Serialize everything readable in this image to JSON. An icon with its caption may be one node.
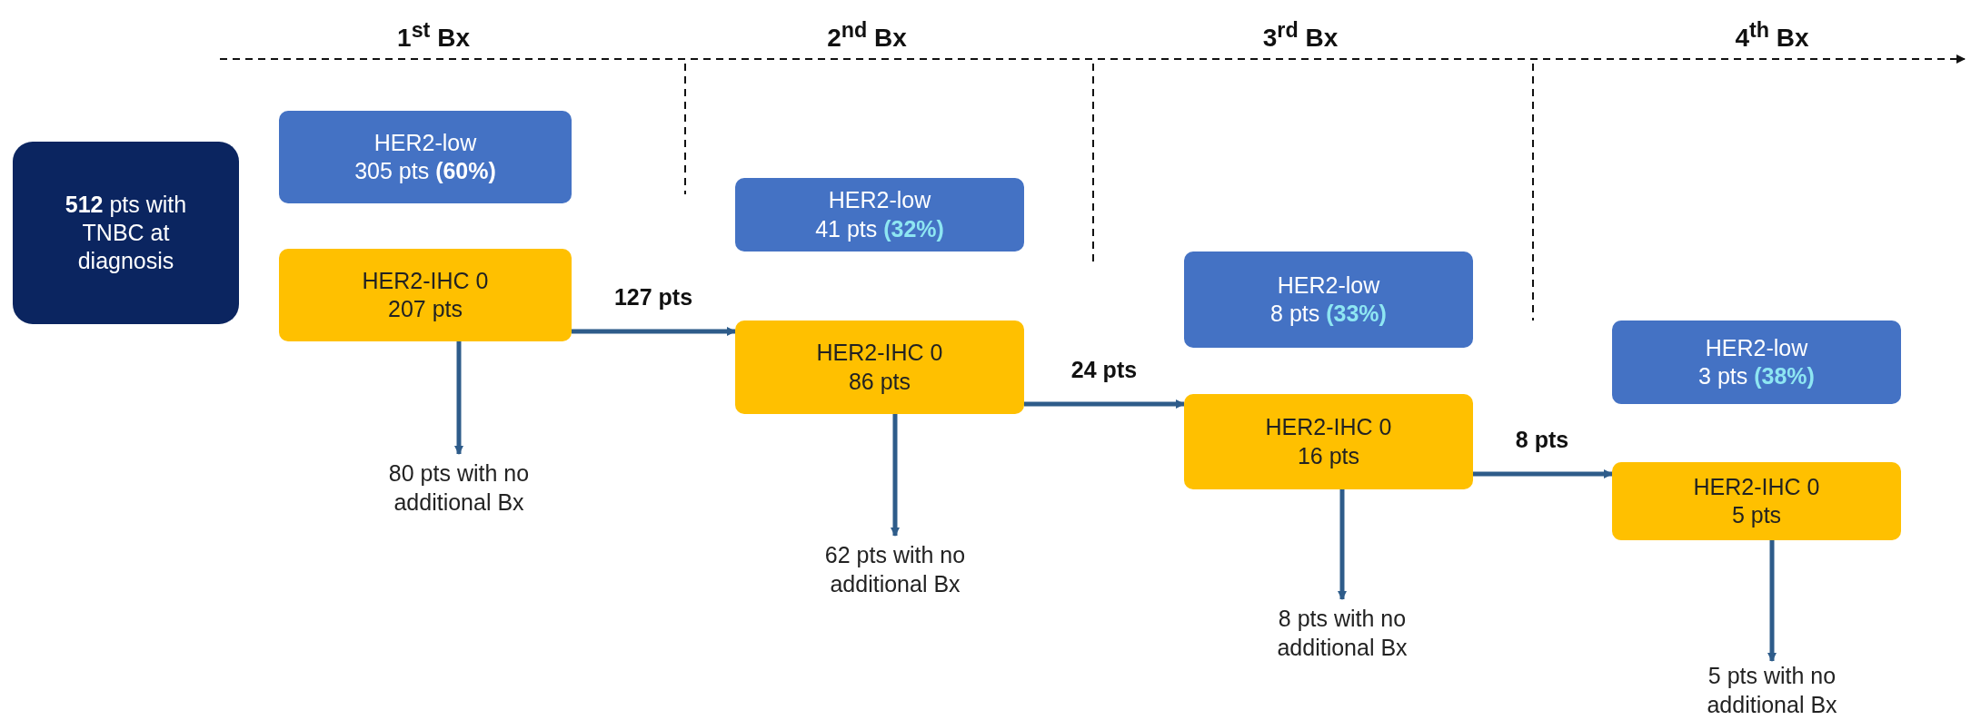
{
  "diagram": {
    "nodes": [
      {
        "text": [
          "**512** pts with TNBC at diagnosis"
        ]
      },
      {
        "text": [
          "HER2-low",
          "305 pts **(60%)**"
        ]
      },
      {
        "text": [
          "HER2-IHC 0",
          "207 pts"
        ]
      },
      {
        "text": [
          "80 pts with no additional Bx"
        ]
      },
      {
        "text": [
          "HER2-low",
          "41 pts **(32%)**"
        ]
      },
      {
        "text": [
          "HER2-IHC 0",
          "86 pts"
        ]
      },
      {
        "text": [
          "62 pts with no additional Bx"
        ]
      },
      {
        "text": [
          "HER2-low",
          "8 pts **(33%)**"
        ]
      },
      {
        "text": [
          "HER2-IHC 0",
          "16 pts"
        ]
      },
      {
        "text": [
          "8 pts with no additional Bx"
        ]
      },
      {
        "text": [
          "HER2-low",
          "3 pts **(38%)**"
        ]
      },
      {
        "text": [
          "HER2-IHC 0",
          "5 pts"
        ]
      },
      {
        "text": [
          "5 pts with no additional Bx"
        ]
      }
    ],
    "edges": [
      {
        "from": 2,
        "to": 3,
        "arrow": "to"
      },
      {
        "from": 2,
        "to": 5,
        "arrow": "to",
        "label": "127 pts"
      },
      {
        "from": 5,
        "to": 6,
        "arrow": "to"
      },
      {
        "from": 5,
        "to": 8,
        "arrow": "to",
        "label": "24 pts"
      },
      {
        "from": 8,
        "to": 9,
        "arrow": "to"
      },
      {
        "from": 8,
        "to": 11,
        "arrow": "to",
        "label": "8 pts"
      },
      {
        "from": 11,
        "to": 12,
        "arrow": "to"
      }
    ],
    "labels": [
      "1$^{st}$ Bx",
      "2$^{nd}$ Bx",
      "3$^{rd}$ Bx",
      "4$^{th}$ Bx"
    ]
  }
}
